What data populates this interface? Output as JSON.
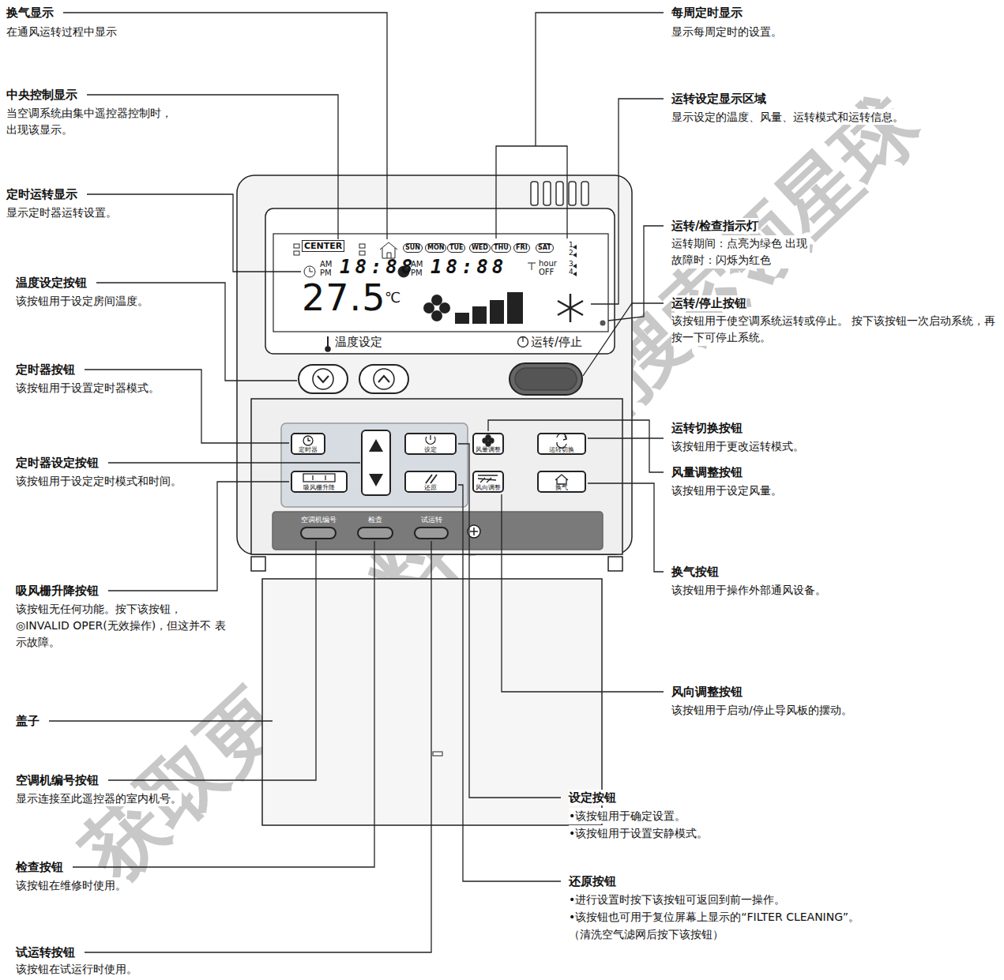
{
  "diagram": {
    "nodes": [
      {
        "text": [
          "CENTER",
          "SUN",
          "MON",
          "TUE",
          "WED",
          "THU",
          "FRI",
          "SAT",
          "AM",
          "PM",
          "18:88",
          "AM",
          "PM",
          "18:88",
          "hour",
          "OFF",
          "1",
          "2",
          "3",
          "4",
          "27.5",
          "℃"
        ]
      },
      {
        "text": [
          "定时器"
        ]
      },
      {
        "text": [
          "设定"
        ]
      },
      {
        "text": [
          "风量调整"
        ]
      },
      {
        "text": [
          "运转切换"
        ]
      },
      {
        "text": [
          "吸风栅升降"
        ]
      },
      {
        "text": [
          "还原"
        ]
      },
      {
        "text": [
          "风向调整"
        ]
      },
      {
        "text": [
          "换气"
        ]
      },
      {
        "text": [
          "空调机编号"
        ]
      },
      {
        "text": [
          "检查"
        ]
      },
      {
        "text": [
          "试运转"
        ]
      }
    ],
    "labels": [
      "换气显示",
      "在通风运转过程中显示",
      "中央控制显示",
      "当空调系统由集中遥控器控制时， 出现该显示。",
      "定时运转显示",
      "显示定时器运转设置。",
      "温度设定按钮",
      "该按钮用于设定房间温度。",
      "定时器按钮",
      "该按钮用于设置定时器模式。",
      "定时器设定按钮",
      "该按钮用于设定定时模式和时间。",
      "吸风栅升降按钮",
      "该按钮无任何功能。按下该按钮， ◎INVALID OPER(无效操作)，但这并不 表示故障。",
      "盖子",
      "空调机编号按钮",
      "显示连接至此遥控器的室内机号。",
      "检查按钮",
      "该按钮在维修时使用。",
      "试运转按钮",
      "该按钮在试运行时使用。",
      "每周定时显示",
      "显示每周定时的设置。",
      "运转设定显示区域",
      "显示设定的温度、风量、运转模式和运转信息。",
      "运转/检查指示灯",
      "运转期间：点亮为绿色 出现故障时：闪烁为红色",
      "运转/停止按钮",
      "该按钮用于使空调系统运转或停止。 按下该按钮一次启动系统，再按一下可停止系统。",
      "运转切换按钮",
      "该按钮用于更改运转模式。",
      "风量调整按钮",
      "该按钮用于设定风量。",
      "换气按钮",
      "该按钮用于操作外部通风设备。",
      "风向调整按钮",
      "该按钮用于启动/停止导风板的摆动。",
      "设定按钮",
      "•该按钮用于确定设置。",
      "•该按钮用于设置安静模式。",
      "还原按钮",
      "•进行设置时按下该按钮可返回到前一操作。",
      "•该按钮也可用于复位屏幕上显示的“FILTER CLEANING”。",
      "（清洗空气滤网后按下该按钮）",
      "温度设定",
      "运转/停止",
      "获取更多资料请微信搜索领星球"
    ]
  }
}
